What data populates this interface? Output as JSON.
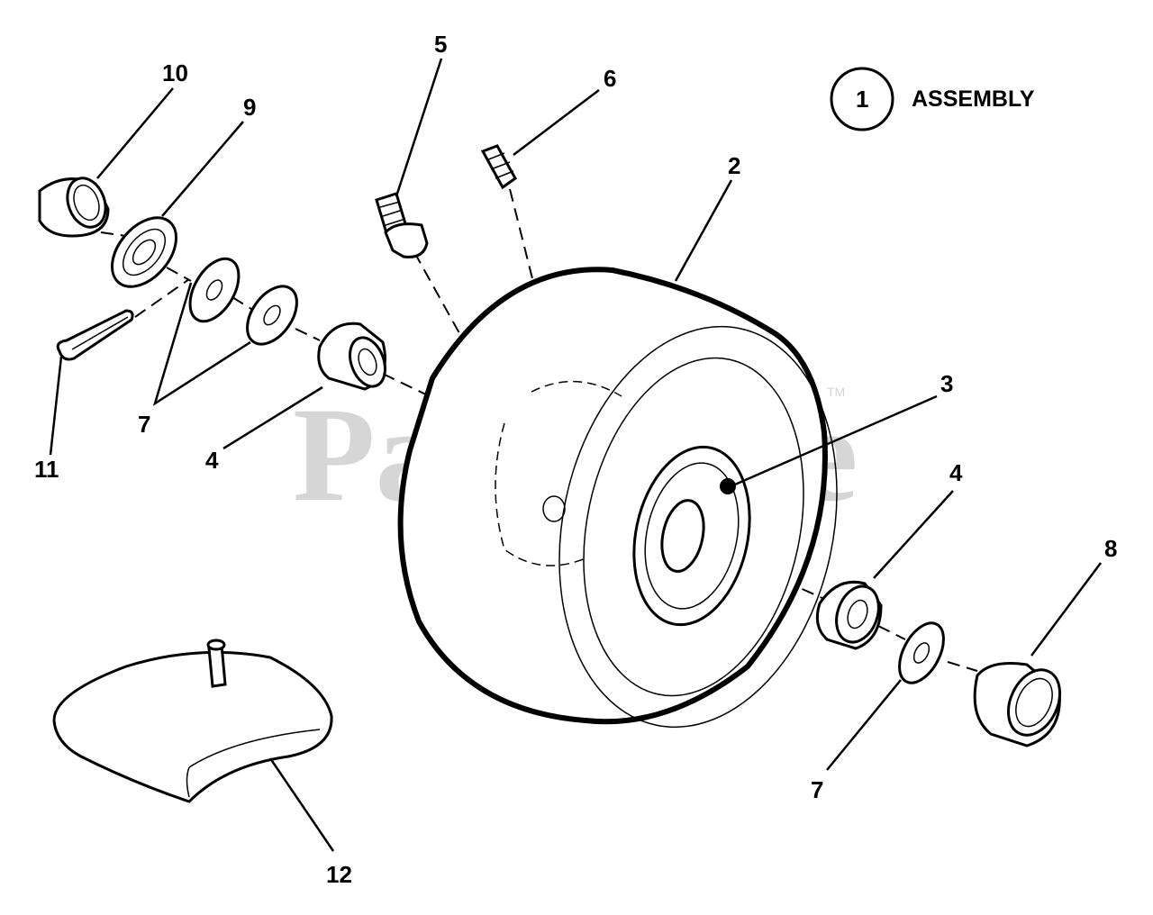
{
  "watermark": {
    "text": "PartsTree",
    "mark": "TM"
  },
  "legend": {
    "number": "1",
    "text": "ASSEMBLY"
  },
  "callouts": [
    {
      "id": "label-10",
      "text": "10"
    },
    {
      "id": "label-9",
      "text": "9"
    },
    {
      "id": "label-5",
      "text": "5"
    },
    {
      "id": "label-6",
      "text": "6"
    },
    {
      "id": "label-2",
      "text": "2"
    },
    {
      "id": "label-3",
      "text": "3"
    },
    {
      "id": "label-4-left",
      "text": "4"
    },
    {
      "id": "label-4-right",
      "text": "4"
    },
    {
      "id": "label-7-left",
      "text": "7"
    },
    {
      "id": "label-7-right",
      "text": "7"
    },
    {
      "id": "label-8",
      "text": "8"
    },
    {
      "id": "label-11",
      "text": "11"
    },
    {
      "id": "label-12",
      "text": "12"
    }
  ]
}
